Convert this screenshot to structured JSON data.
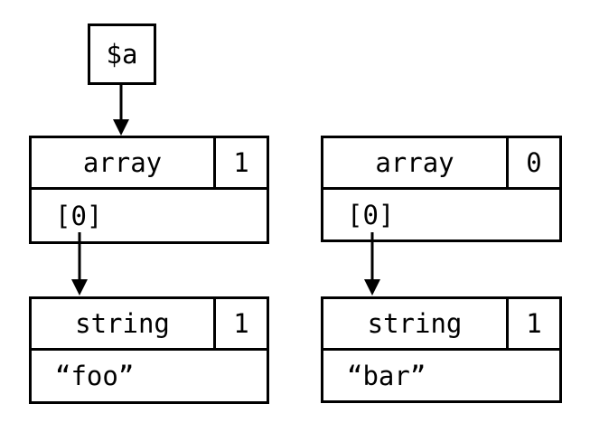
{
  "diagram": {
    "background": "#ffffff",
    "line_color": "#000000",
    "variable_box": {
      "label": "$a"
    },
    "nodes": {
      "array_left": {
        "type": "array",
        "refcount": "1",
        "slot": "[0]"
      },
      "array_right": {
        "type": "array",
        "refcount": "0",
        "slot": "[0]"
      },
      "string_left": {
        "type": "string",
        "refcount": "1",
        "value": "“foo”"
      },
      "string_right": {
        "type": "string",
        "refcount": "1",
        "value": "“bar”"
      }
    },
    "arrows": [
      {
        "name": "variable-to-array-left"
      },
      {
        "name": "array-left-slot0-to-string-foo"
      },
      {
        "name": "array-right-slot0-to-string-bar"
      }
    ]
  }
}
